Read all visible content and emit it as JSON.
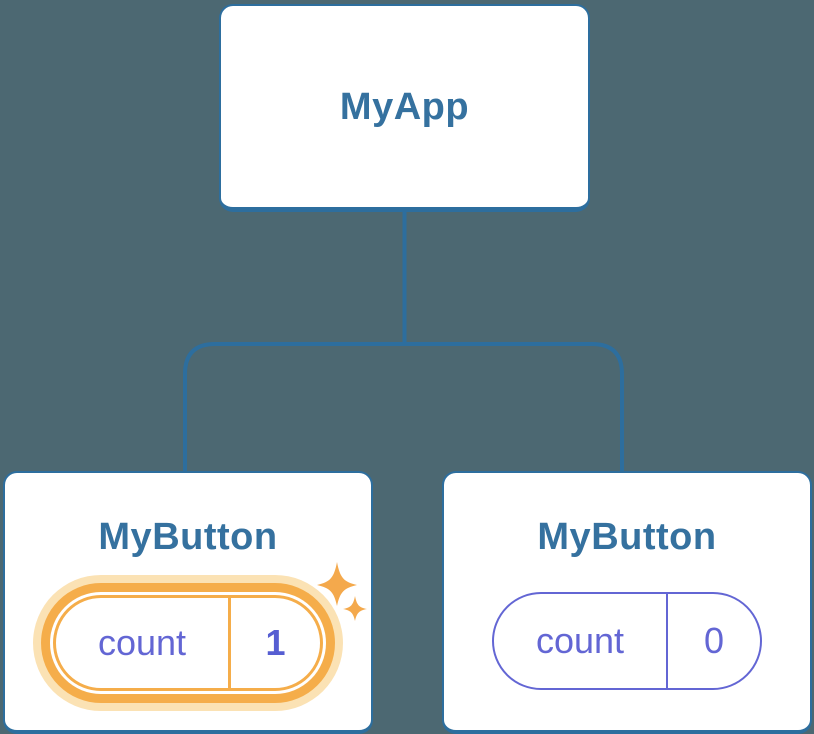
{
  "diagram": {
    "description": "React component tree with state highlight",
    "background_color": "#4C6872",
    "line_color": "#2D6E9E",
    "title_color": "#35719F",
    "indigo_color": "#6366D4",
    "highlight_color": "#F5AD4A",
    "highlight_glow_color": "#FBE2B4",
    "sparkle_color": "#F4A94C",
    "tree": {
      "root": {
        "title": "MyApp"
      },
      "children": [
        {
          "title": "MyButton",
          "state_label": "count",
          "state_value": "1",
          "highlighted": true,
          "sparkles": true
        },
        {
          "title": "MyButton",
          "state_label": "count",
          "state_value": "0",
          "highlighted": false,
          "sparkles": false
        }
      ]
    }
  }
}
